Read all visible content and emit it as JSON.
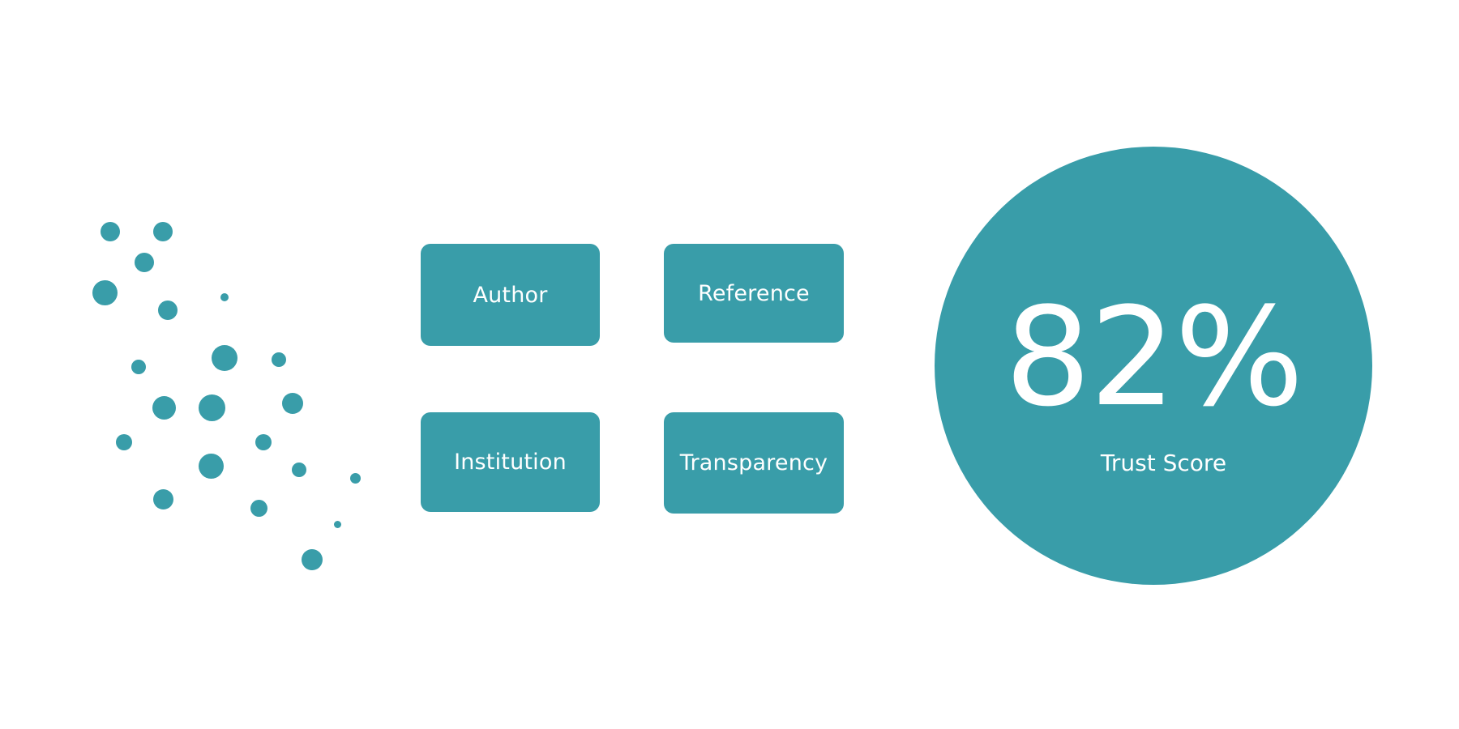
{
  "colors": {
    "accent": "#399da9",
    "text_on_accent": "#ffffff",
    "background": "#ffffff"
  },
  "factors": [
    {
      "label": "Author"
    },
    {
      "label": "Reference"
    },
    {
      "label": "Institution"
    },
    {
      "label": "Transparency"
    }
  ],
  "score": {
    "value": "82%",
    "label": "Trust Score"
  }
}
